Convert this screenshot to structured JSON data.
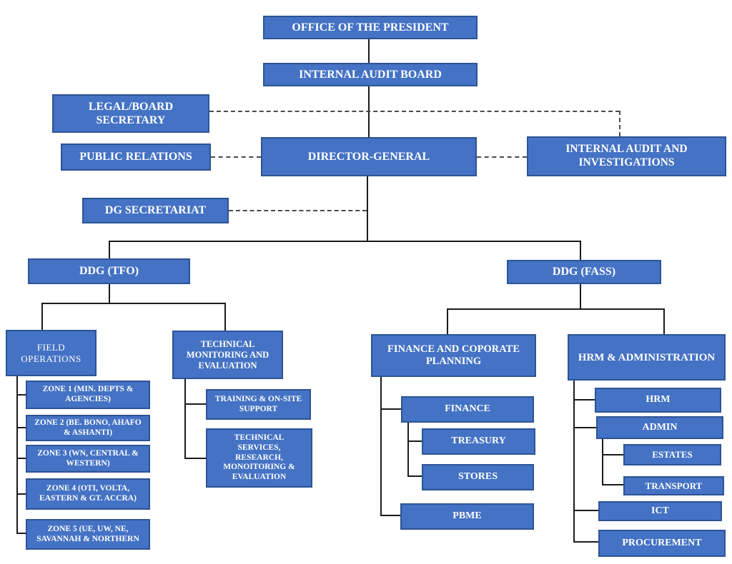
{
  "colors": {
    "box_fill": "#4472C4",
    "box_border": "#2E5395",
    "box_text": "#FFFFFF",
    "solid_connector": "#1B1B1B",
    "dashed_connector": "#4A4A4A",
    "background": "#FFFFFF"
  },
  "org": {
    "office_of_the_president": "OFFICE OF THE PRESIDENT",
    "internal_audit_board": "INTERNAL AUDIT BOARD",
    "legal_board_secretary": "LEGAL/BOARD SECRETARY",
    "public_relations": "PUBLIC RELATIONS",
    "director_general": "DIRECTOR-GENERAL",
    "internal_audit_and_investigations": "INTERNAL AUDIT AND INVESTIGATIONS",
    "dg_secretariat": "DG SECRETARIAT",
    "ddg_tfo": {
      "label": "DDG (TFO)",
      "field_operations": {
        "label": "FIELD OPERATIONS",
        "zones": [
          "ZONE 1 (MIN. DEPTS & AGENCIES)",
          "ZONE 2 (BE. BONO, AHAFO & ASHANTI)",
          "ZONE 3 (WN, CENTRAL & WESTERN)",
          "ZONE 4  (OTI, VOLTA, EASTERN & GT. ACCRA)",
          "ZONE 5  (UE, UW, NE, SAVANNAH & NORTHERN"
        ]
      },
      "technical_monitoring_and_evaluation": {
        "label": "TECHNICAL MONITORING AND EVALUATION",
        "units": [
          "TRAINING & ON-SITE SUPPORT",
          "TECHNICAL SERVICES, RESEARCH, MONOITORING & EVALUATION"
        ]
      }
    },
    "ddg_fass": {
      "label": "DDG (FASS)",
      "finance_and_corporate_planning": {
        "label": "FINANCE AND COPORATE PLANNING",
        "finance": "FINANCE",
        "treasury": "TREASURY",
        "stores": "STORES",
        "pbme": "PBME"
      },
      "hrm_and_administration": {
        "label": "HRM & ADMINISTRATION",
        "hrm": "HRM",
        "admin": "ADMIN",
        "estates": "ESTATES",
        "transport": "TRANSPORT",
        "ict": "ICT",
        "procurement": "PROCUREMENT"
      }
    }
  }
}
